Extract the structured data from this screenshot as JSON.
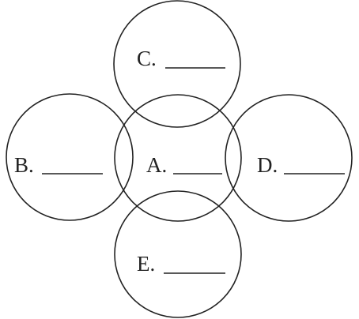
{
  "diagram": {
    "stroke_color": "#222222",
    "background": "#ffffff",
    "circles": {
      "center": {
        "label": "A."
      },
      "left": {
        "label": "B."
      },
      "top": {
        "label": "C."
      },
      "right": {
        "label": "D."
      },
      "bottom": {
        "label": "E."
      }
    }
  }
}
